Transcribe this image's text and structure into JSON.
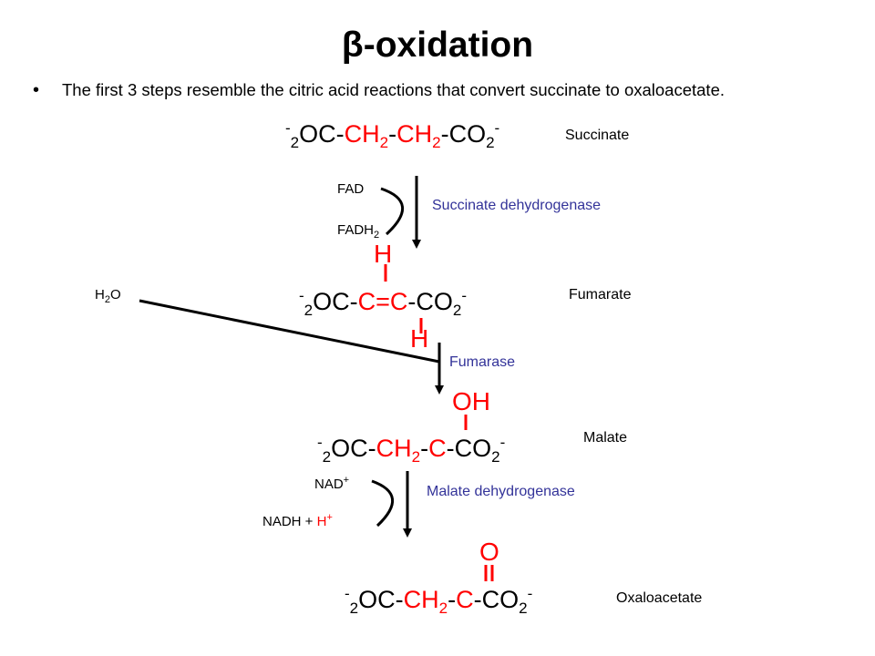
{
  "title": {
    "symbol": "β",
    "text": "-oxidation"
  },
  "bullet": {
    "dot": "•",
    "text": "The first 3 steps resemble the citric acid reactions that convert succinate to oxaloacetate."
  },
  "formula_parts": {
    "neg": "-",
    "two": "2",
    "oc": "OC",
    "dash": "-",
    "ch": "CH",
    "c": "C",
    "eq_c": "=C",
    "co": "CO"
  },
  "compounds": {
    "succinate": "Succinate",
    "fumarate": "Fumarate",
    "malate": "Malate",
    "oxaloacetate": "Oxaloacetate"
  },
  "cofactors": {
    "fad": "FAD",
    "fadh": "FADH",
    "fadh_sub": "2",
    "h": "H",
    "h2o_sub": "2",
    "o": "O",
    "nad": "NAD",
    "plus": "+",
    "nadh": "NADH",
    "nadh_plus": " + ",
    "hplus": "H",
    "hplus_sup": "+"
  },
  "enzymes": {
    "sdh": "Succinate dehydrogenase",
    "fumarase": "Fumarase",
    "mdh": "Malate dehydrogenase"
  },
  "atoms": {
    "fum_top_h": "H",
    "fum_bottom_h": "H",
    "malate_oh": "OH",
    "oxalo_o": "O"
  },
  "colors": {
    "red": "#ff0000",
    "enzyme_blue": "#333399",
    "black": "#000000"
  }
}
